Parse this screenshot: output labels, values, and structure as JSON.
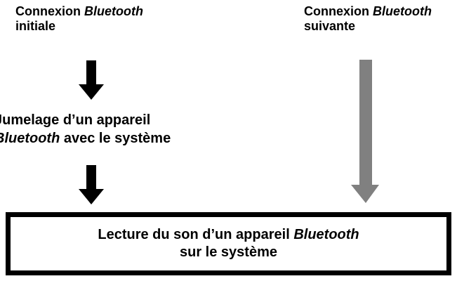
{
  "diagram": {
    "title_text_color": "#000000",
    "background_color": "#ffffff",
    "labels": {
      "initial_connection": {
        "line1_prefix": "Connexion ",
        "line1_italic": "Bluetooth",
        "line2": "initiale"
      },
      "next_connection": {
        "line1_prefix": "Connexion ",
        "line1_italic": "Bluetooth",
        "line2": "suivante"
      },
      "pairing": {
        "line1": "Jumelage d’un appareil",
        "line2_italic": "Bluetooth",
        "line2_suffix": " avec le système"
      }
    },
    "playback_box": {
      "line1_prefix": "Lecture du son d’un appareil ",
      "line1_italic": "Bluetooth",
      "line2": "sur le système",
      "border_color": "#000000",
      "fill_color": "#ffffff"
    },
    "arrows": {
      "connect_to_pair": {
        "color": "#000000",
        "direction": "down"
      },
      "pair_to_play": {
        "color": "#000000",
        "direction": "down"
      },
      "next_to_play": {
        "color": "#808080",
        "direction": "down"
      }
    }
  }
}
